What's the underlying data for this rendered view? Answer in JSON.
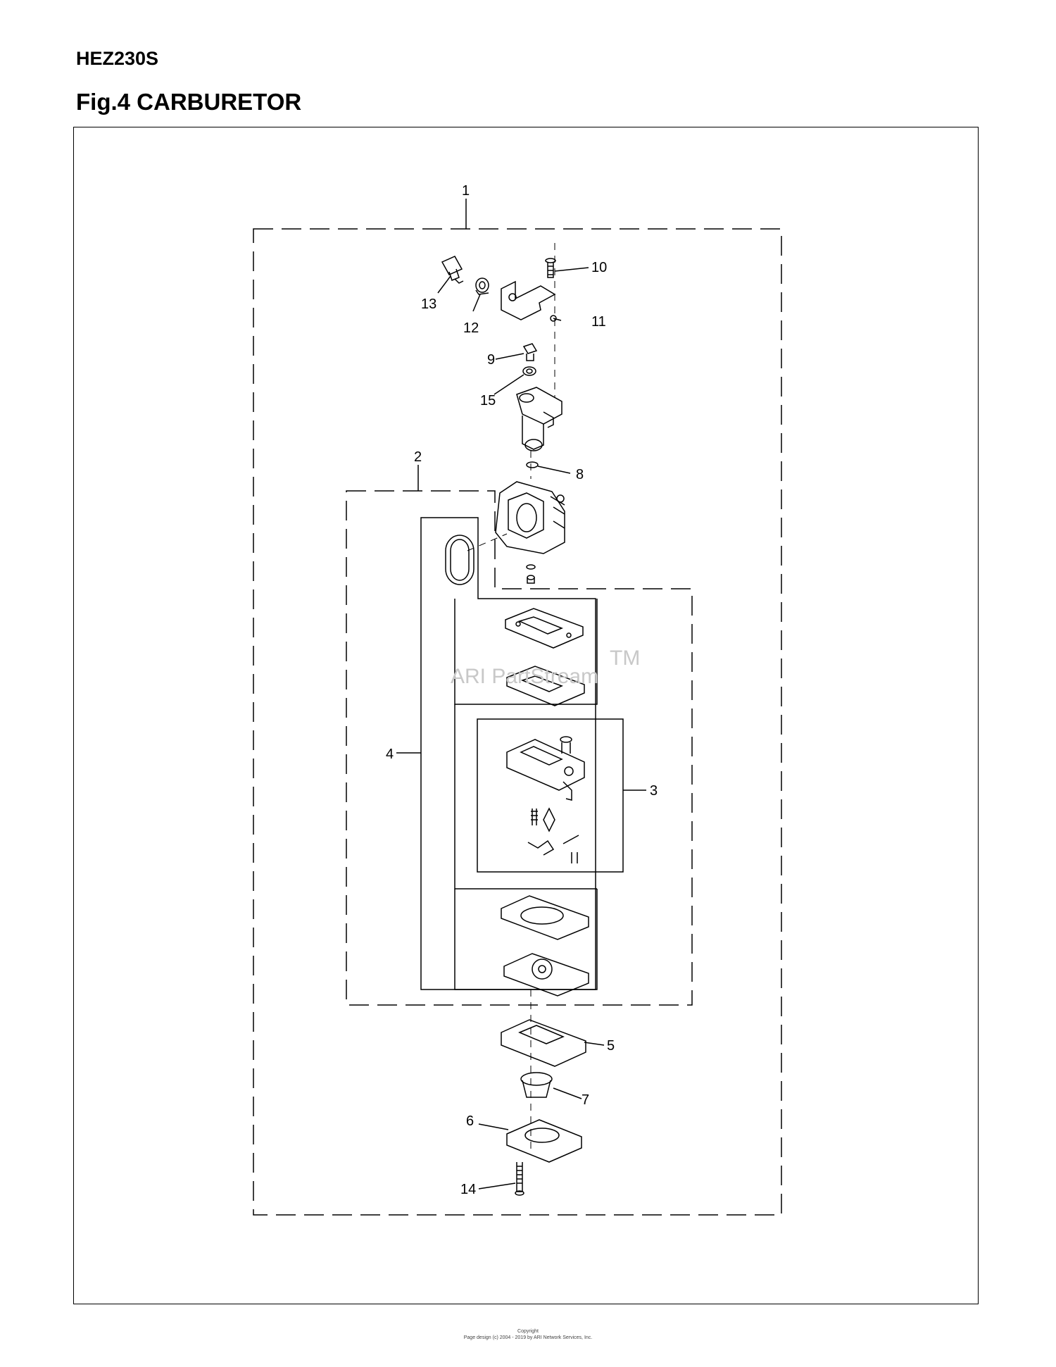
{
  "header": {
    "model": "HEZ230S",
    "figure_title": "Fig.4 CARBURETOR"
  },
  "diagram": {
    "watermark": "ARI PartStream",
    "watermark_tm": "TM",
    "callouts": [
      "1",
      "2",
      "3",
      "4",
      "5",
      "6",
      "7",
      "8",
      "9",
      "10",
      "11",
      "12",
      "13",
      "14",
      "15"
    ]
  },
  "footer": {
    "line1": "Copyright",
    "line2": "Page design (c) 2004 - 2019 by ARI Network Services, Inc."
  }
}
